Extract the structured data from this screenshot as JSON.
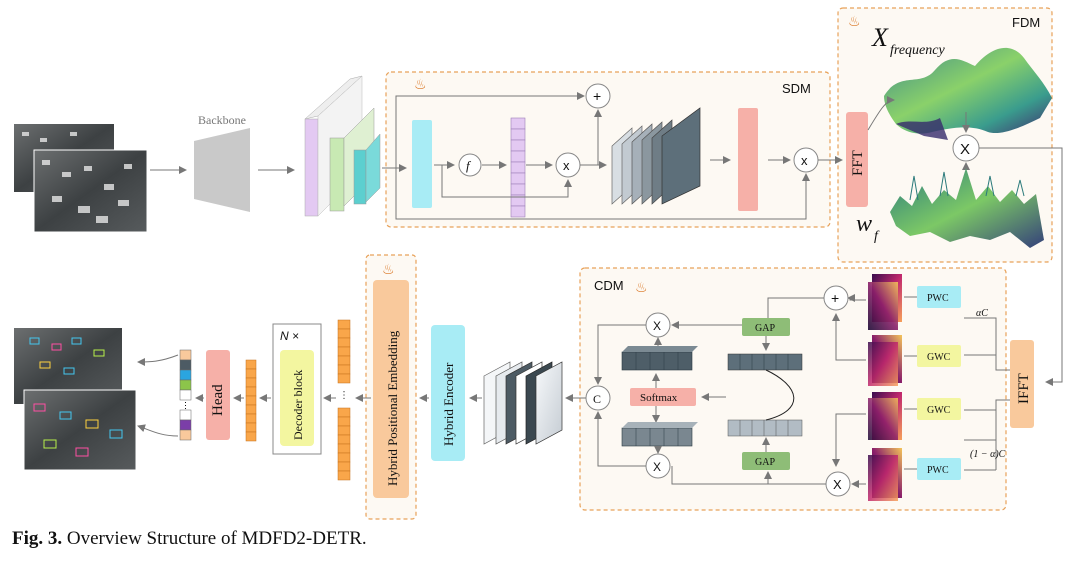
{
  "caption": {
    "fig_label": "Fig. 3.",
    "text": "Overview Structure of MDFD2-DETR."
  },
  "top_row": {
    "backbone_label": "Backbone",
    "sdm_label": "SDM",
    "f_symbol": "f",
    "plus_symbol": "+",
    "mult_symbol": "x"
  },
  "fdm": {
    "label": "FDM",
    "fft_label": "FFT",
    "x_freq_main": "X",
    "x_freq_sub": "frequency",
    "w_main": "w",
    "w_sub": "f",
    "mult_symbol": "X"
  },
  "cdm": {
    "label": "CDM",
    "gap_label": "GAP",
    "softmax_label": "Softmax",
    "concat_symbol": "C",
    "plus_symbol": "+",
    "mult_symbol": "X",
    "pwc_label": "PWC",
    "gwc_label": "GWC",
    "alpha_c": "αC",
    "one_minus_alpha_c": "(1 − α)C",
    "ifft_label": "IFFT"
  },
  "bottom_row": {
    "hybrid_encoder_label": "Hybrid Encoder",
    "hybrid_pe_label": "Hybrid Positional Embedding",
    "decoder_label": "Decoder block",
    "n_times": "N ×",
    "head_label": "Head",
    "ellipsis": "⋯"
  },
  "icons": [
    "flame-icon"
  ],
  "colors": {
    "orange_dash": "#e8a25a",
    "cyan": "#a8ecf5",
    "salmon": "#f6b0a8",
    "peach": "#f9c99c",
    "lavender": "#e3c9f2",
    "yellow": "#f3f6a0",
    "green_gap": "#8ebd77",
    "slate": "#5d6f7a"
  }
}
